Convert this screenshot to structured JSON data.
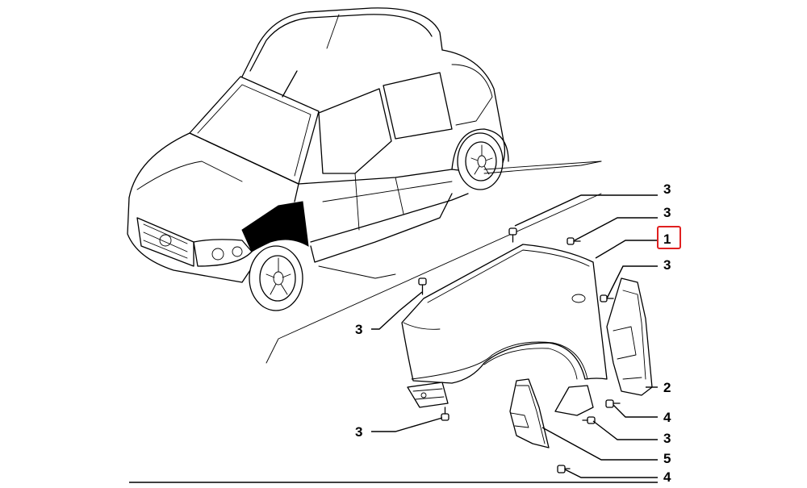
{
  "callouts": [
    {
      "id": "c1",
      "label": "1",
      "highlighted": true
    },
    {
      "id": "c2",
      "label": "3"
    },
    {
      "id": "c3",
      "label": "3"
    },
    {
      "id": "c4",
      "label": "3"
    },
    {
      "id": "c5",
      "label": "3"
    },
    {
      "id": "c6",
      "label": "2"
    },
    {
      "id": "c7",
      "label": "4"
    },
    {
      "id": "c8",
      "label": "3"
    },
    {
      "id": "c9",
      "label": "5"
    },
    {
      "id": "c10",
      "label": "4"
    },
    {
      "id": "c11",
      "label": "3"
    }
  ],
  "colors": {
    "line": "#000000",
    "highlight_box": "#e02020",
    "background": "#ffffff"
  },
  "parts": [
    "front-fender",
    "fender-liner",
    "fender-bracket",
    "mounting-screw",
    "mounting-bolt"
  ]
}
